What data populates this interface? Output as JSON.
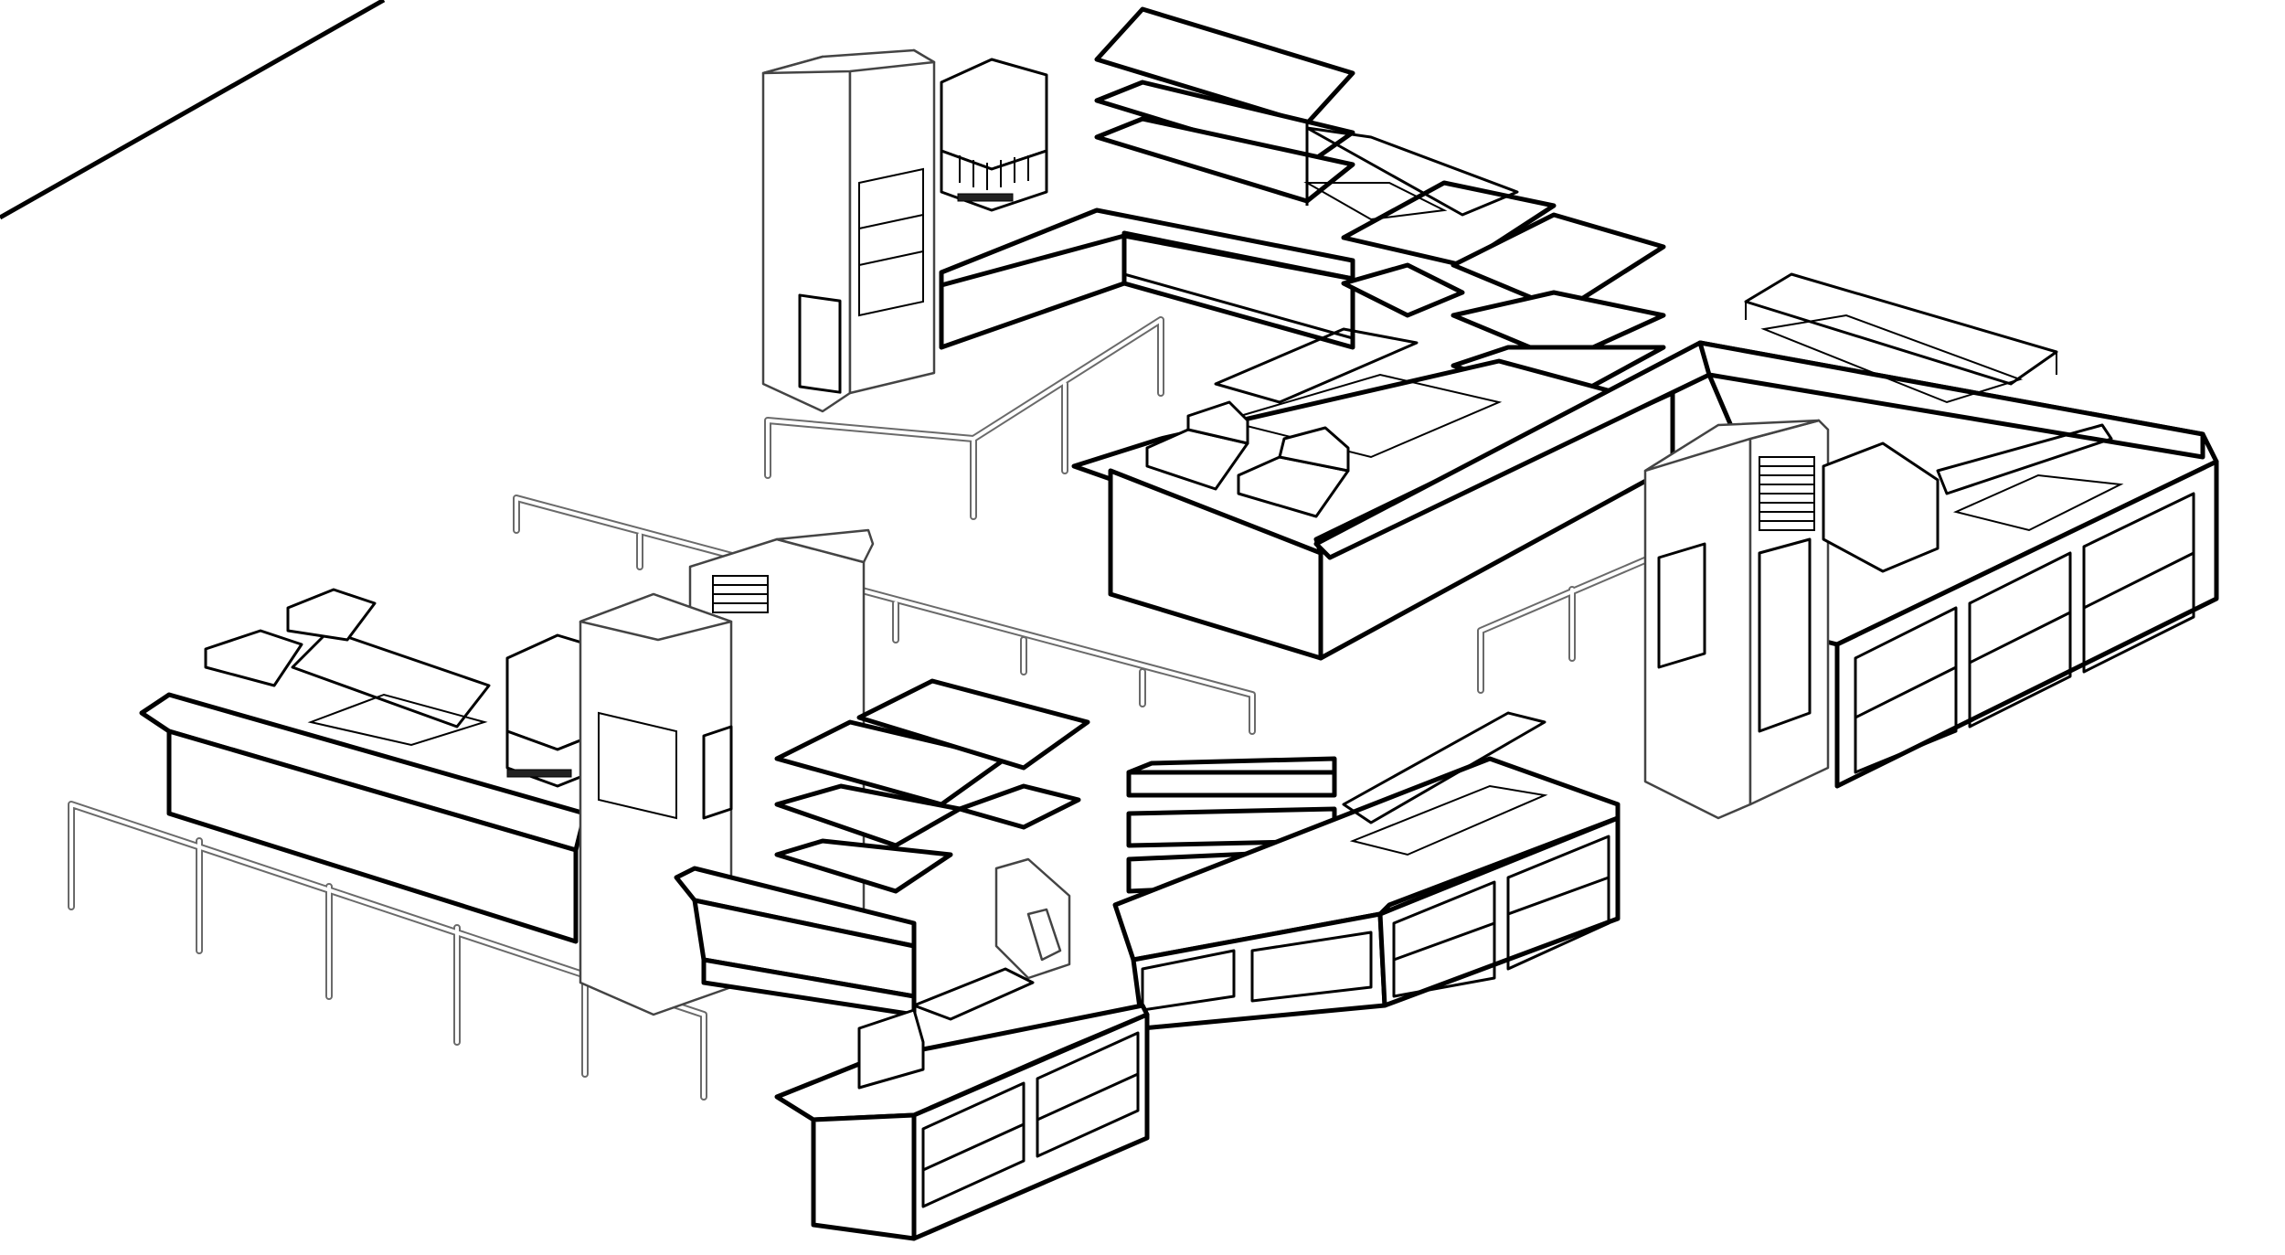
{
  "drawing": {
    "kind": "isometric line drawing of a food-service serving line layout",
    "background_color": "#ffffff",
    "line_color": "#000000",
    "secondary_line_color": "#444444"
  },
  "components": [
    {
      "name": "guard-rail",
      "icon": "railing-icon"
    },
    {
      "name": "beverage-dispenser",
      "icon": "dispenser-icon"
    },
    {
      "name": "refrigerated-display-case",
      "icon": "cooler-icon"
    },
    {
      "name": "heated-shelf",
      "icon": "shelf-icon"
    },
    {
      "name": "food-well-counter",
      "icon": "counter-icon"
    },
    {
      "name": "sneeze-guard",
      "icon": "sneeze-guard-icon"
    },
    {
      "name": "cash-register",
      "icon": "register-icon"
    },
    {
      "name": "tray-rail",
      "icon": "tray-rail-icon"
    }
  ]
}
